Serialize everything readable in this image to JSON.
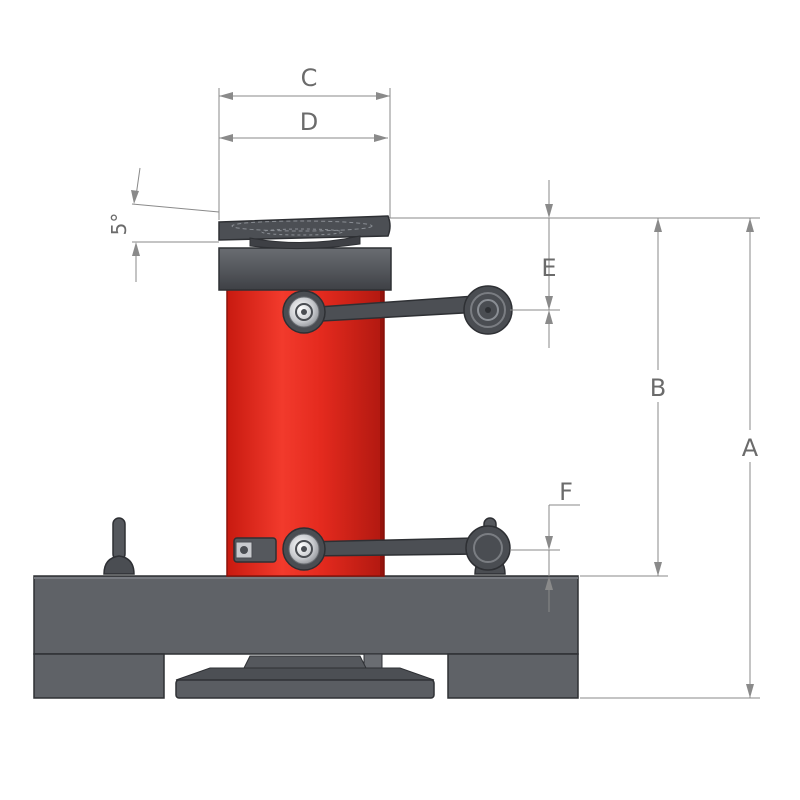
{
  "diagram": {
    "labels": {
      "c": "C",
      "d": "D",
      "angle": "5°",
      "e": "E",
      "b": "B",
      "a": "A",
      "f": "F"
    }
  },
  "colors": {
    "cylinder_red": "#e0281c",
    "cylinder_red_dark": "#a81810",
    "steel_dark": "#4a4c50",
    "steel_mid": "#5e6166",
    "steel_light": "#8a8e94",
    "dimension_gray": "#8a8a8a"
  }
}
